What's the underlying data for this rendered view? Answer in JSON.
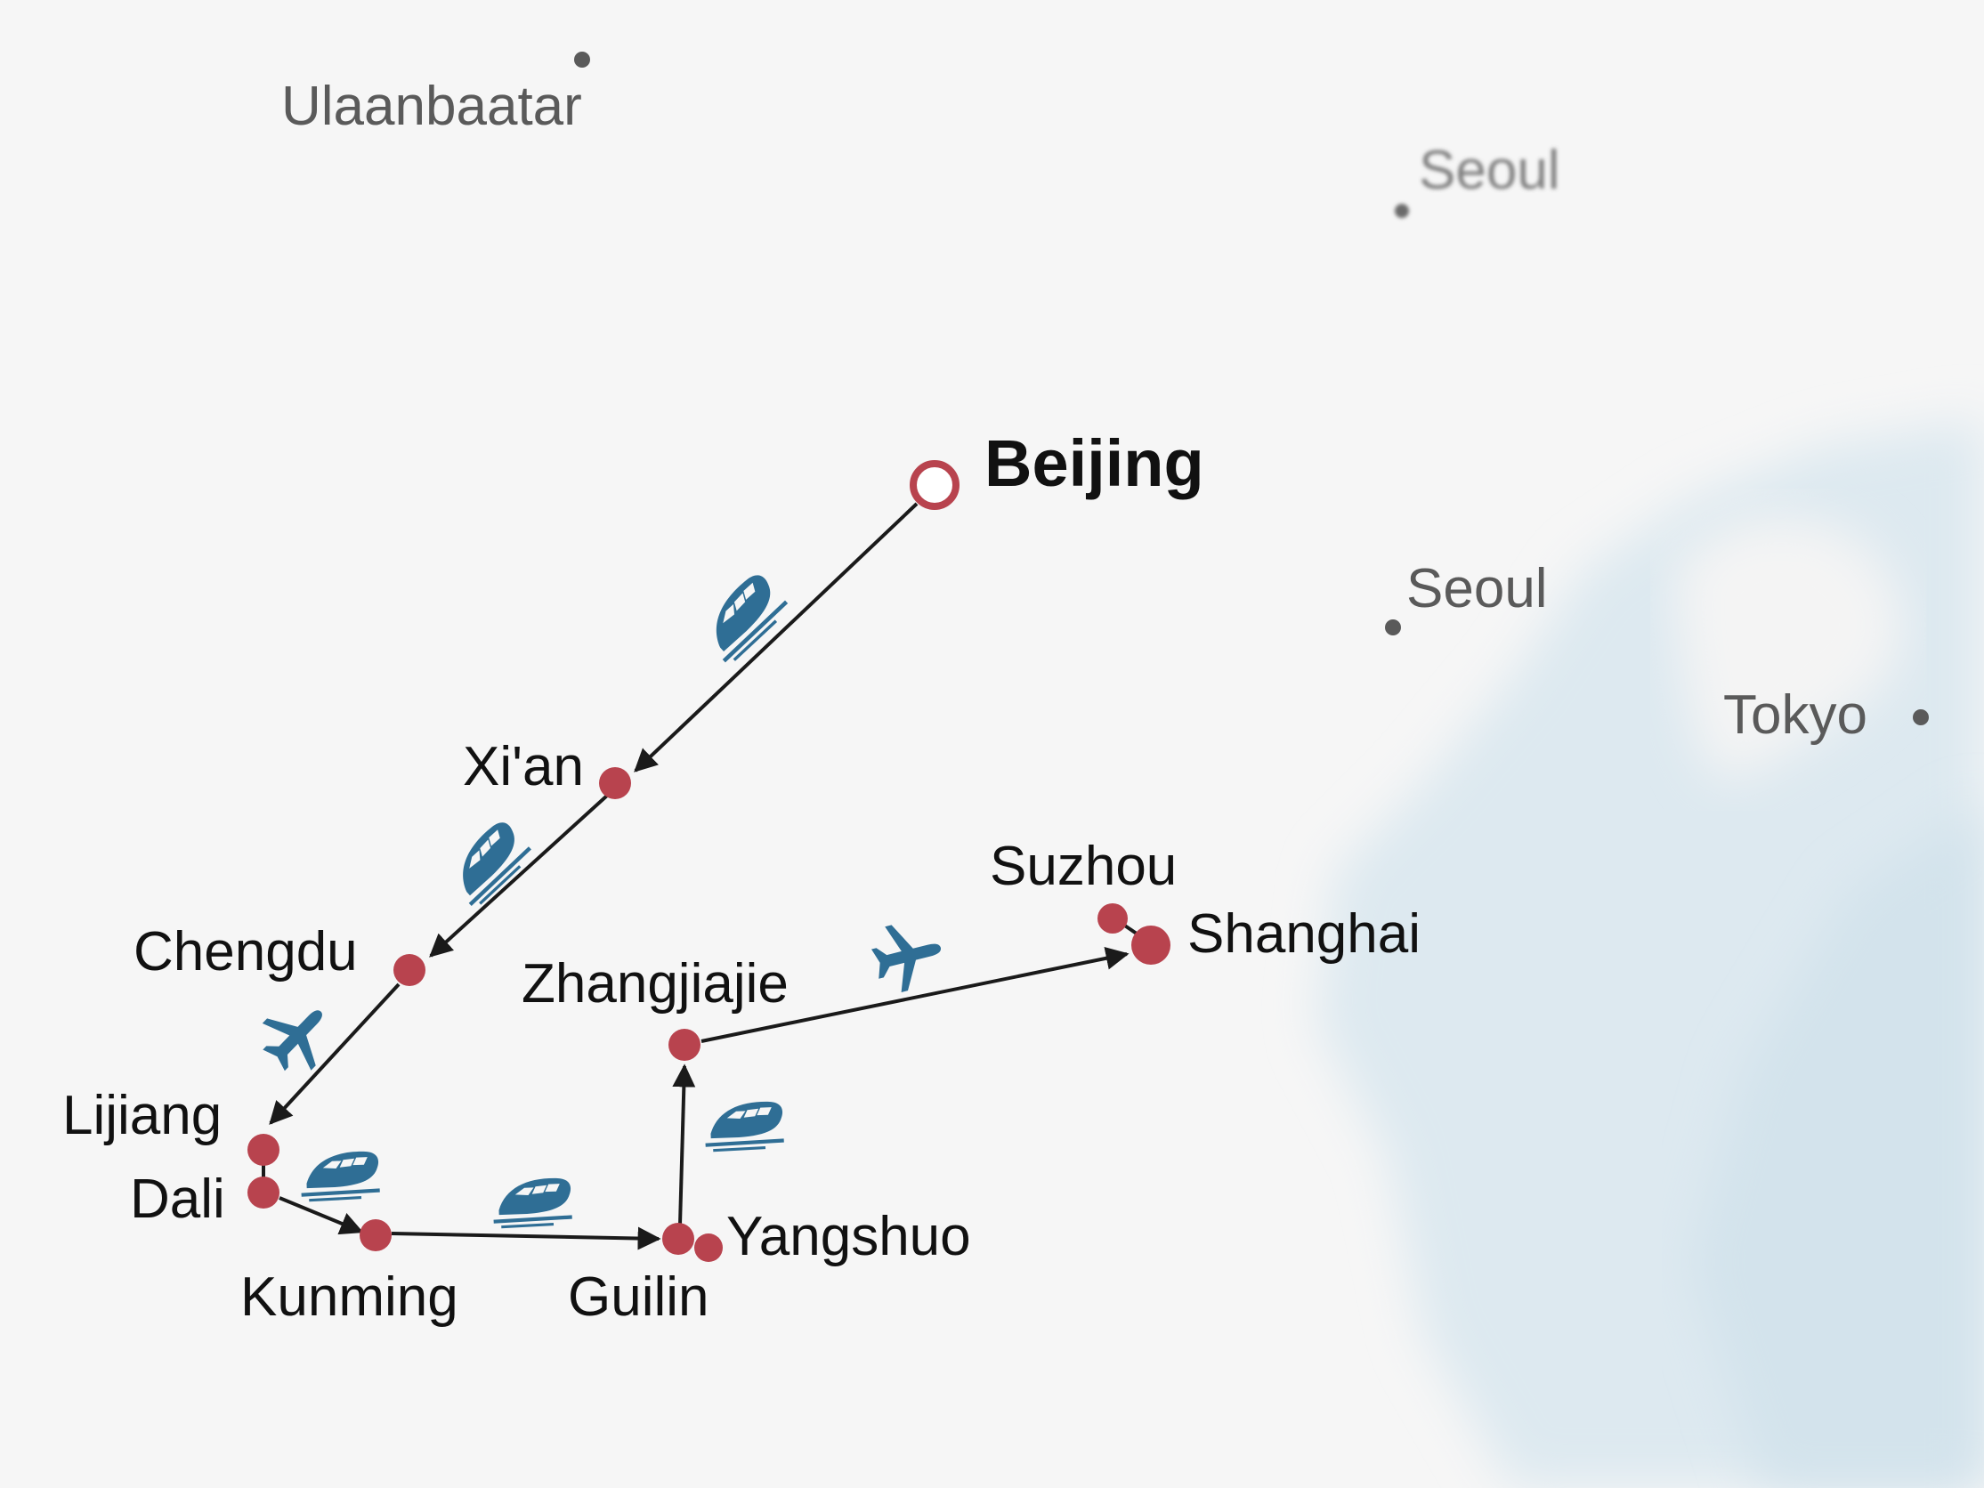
{
  "map": {
    "start": "Beijing",
    "reference_cities": [
      {
        "id": "ulaanbaatar",
        "name": "Ulaanbaatar"
      },
      {
        "id": "seoul-faded",
        "name": "Seoul"
      },
      {
        "id": "seoul",
        "name": "Seoul"
      },
      {
        "id": "tokyo",
        "name": "Tokyo"
      }
    ],
    "route_stops": [
      {
        "id": "beijing",
        "name": "Beijing"
      },
      {
        "id": "xian",
        "name": "Xi'an"
      },
      {
        "id": "chengdu",
        "name": "Chengdu"
      },
      {
        "id": "lijiang",
        "name": "Lijiang"
      },
      {
        "id": "dali",
        "name": "Dali"
      },
      {
        "id": "kunming",
        "name": "Kunming"
      },
      {
        "id": "guilin",
        "name": "Guilin"
      },
      {
        "id": "yangshuo",
        "name": "Yangshuo"
      },
      {
        "id": "zhangjiajie",
        "name": "Zhangjiajie"
      },
      {
        "id": "suzhou",
        "name": "Suzhou"
      },
      {
        "id": "shanghai",
        "name": "Shanghai"
      }
    ],
    "legs": [
      {
        "from": "beijing",
        "to": "xian",
        "mode": "train-icon"
      },
      {
        "from": "xian",
        "to": "chengdu",
        "mode": "train-icon"
      },
      {
        "from": "chengdu",
        "to": "lijiang",
        "mode": "plane-icon"
      },
      {
        "from": "dali",
        "to": "kunming",
        "mode": "train-icon"
      },
      {
        "from": "kunming",
        "to": "guilin",
        "mode": "train-icon"
      },
      {
        "from": "guilin",
        "to": "zhangjiajie",
        "mode": "train-icon"
      },
      {
        "from": "zhangjiajie",
        "to": "shanghai",
        "mode": "plane-icon"
      }
    ],
    "colors": {
      "stop": "#b8434e",
      "route_line": "#1a1a1a",
      "transport_icon": "#2f6e95",
      "reference_dot": "#5a5a5a",
      "sea": "#dde9f0"
    }
  }
}
